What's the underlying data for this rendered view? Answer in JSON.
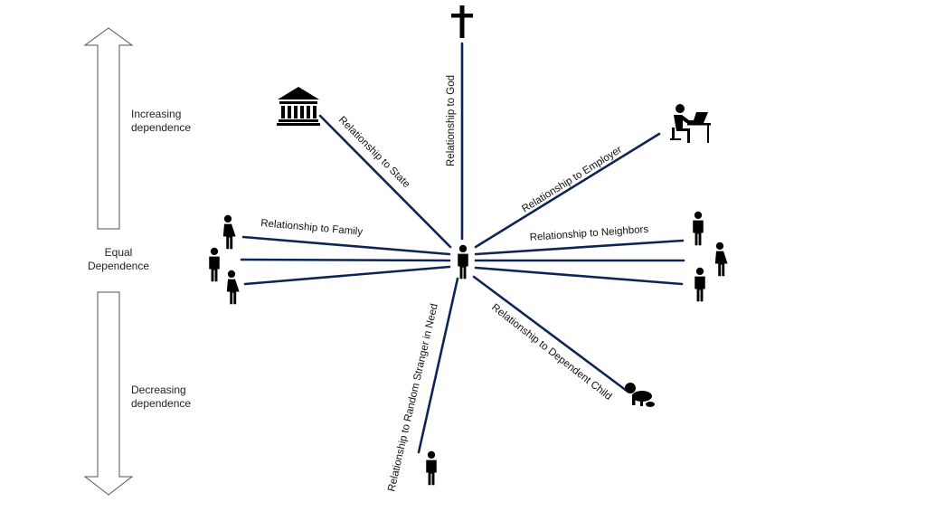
{
  "scale": {
    "increasing": [
      "Increasing",
      "dependence"
    ],
    "equal": [
      "Equal",
      "Dependence"
    ],
    "decreasing": [
      "Decreasing",
      "dependence"
    ]
  },
  "relationships": {
    "god": "Relationship to God",
    "state": "Relationship to State",
    "employer": "Relationship to Employer",
    "family": "Relationship to Family",
    "neighbors": "Relationship to Neighbors",
    "stranger": "Relationship to Random Stranger in Need",
    "child": "Relationship to Dependent Child"
  },
  "icons": {
    "center": "person-icon",
    "god": "cross-icon",
    "state": "government-building-icon",
    "employer": "person-at-computer-icon",
    "family": [
      "woman-icon",
      "man-icon",
      "woman-icon"
    ],
    "neighbors": [
      "man-icon",
      "woman-icon",
      "man-icon"
    ],
    "stranger": "man-icon",
    "child": "crawling-baby-icon"
  },
  "colors": {
    "line": "#0f2455",
    "icon": "#000000",
    "arrow_stroke": "#555555"
  }
}
